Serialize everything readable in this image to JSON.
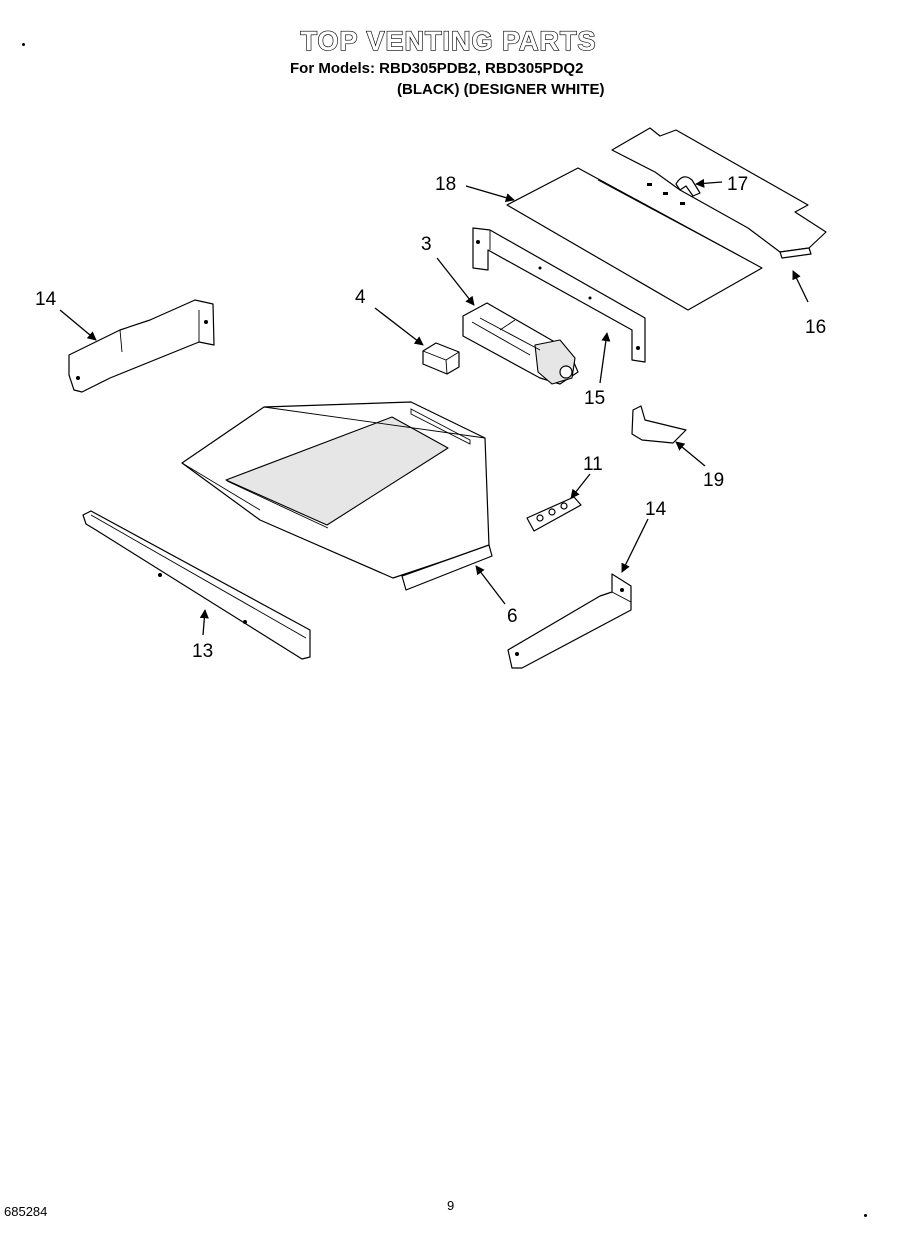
{
  "header": {
    "title": "TOP VENTING PARTS",
    "models_line": "For Models: RBD305PDB2, RBD305PDQ2",
    "variants_line": "(BLACK)  (DESIGNER WHITE)"
  },
  "footer": {
    "code": "685284",
    "page": "9"
  },
  "callouts": [
    {
      "id": "18",
      "label": "18"
    },
    {
      "id": "17",
      "label": "17"
    },
    {
      "id": "3",
      "label": "3"
    },
    {
      "id": "14a",
      "label": "14"
    },
    {
      "id": "4",
      "label": "4"
    },
    {
      "id": "16",
      "label": "16"
    },
    {
      "id": "15",
      "label": "15"
    },
    {
      "id": "19",
      "label": "19"
    },
    {
      "id": "11",
      "label": "11"
    },
    {
      "id": "14b",
      "label": "14"
    },
    {
      "id": "6",
      "label": "6"
    },
    {
      "id": "13",
      "label": "13"
    }
  ]
}
